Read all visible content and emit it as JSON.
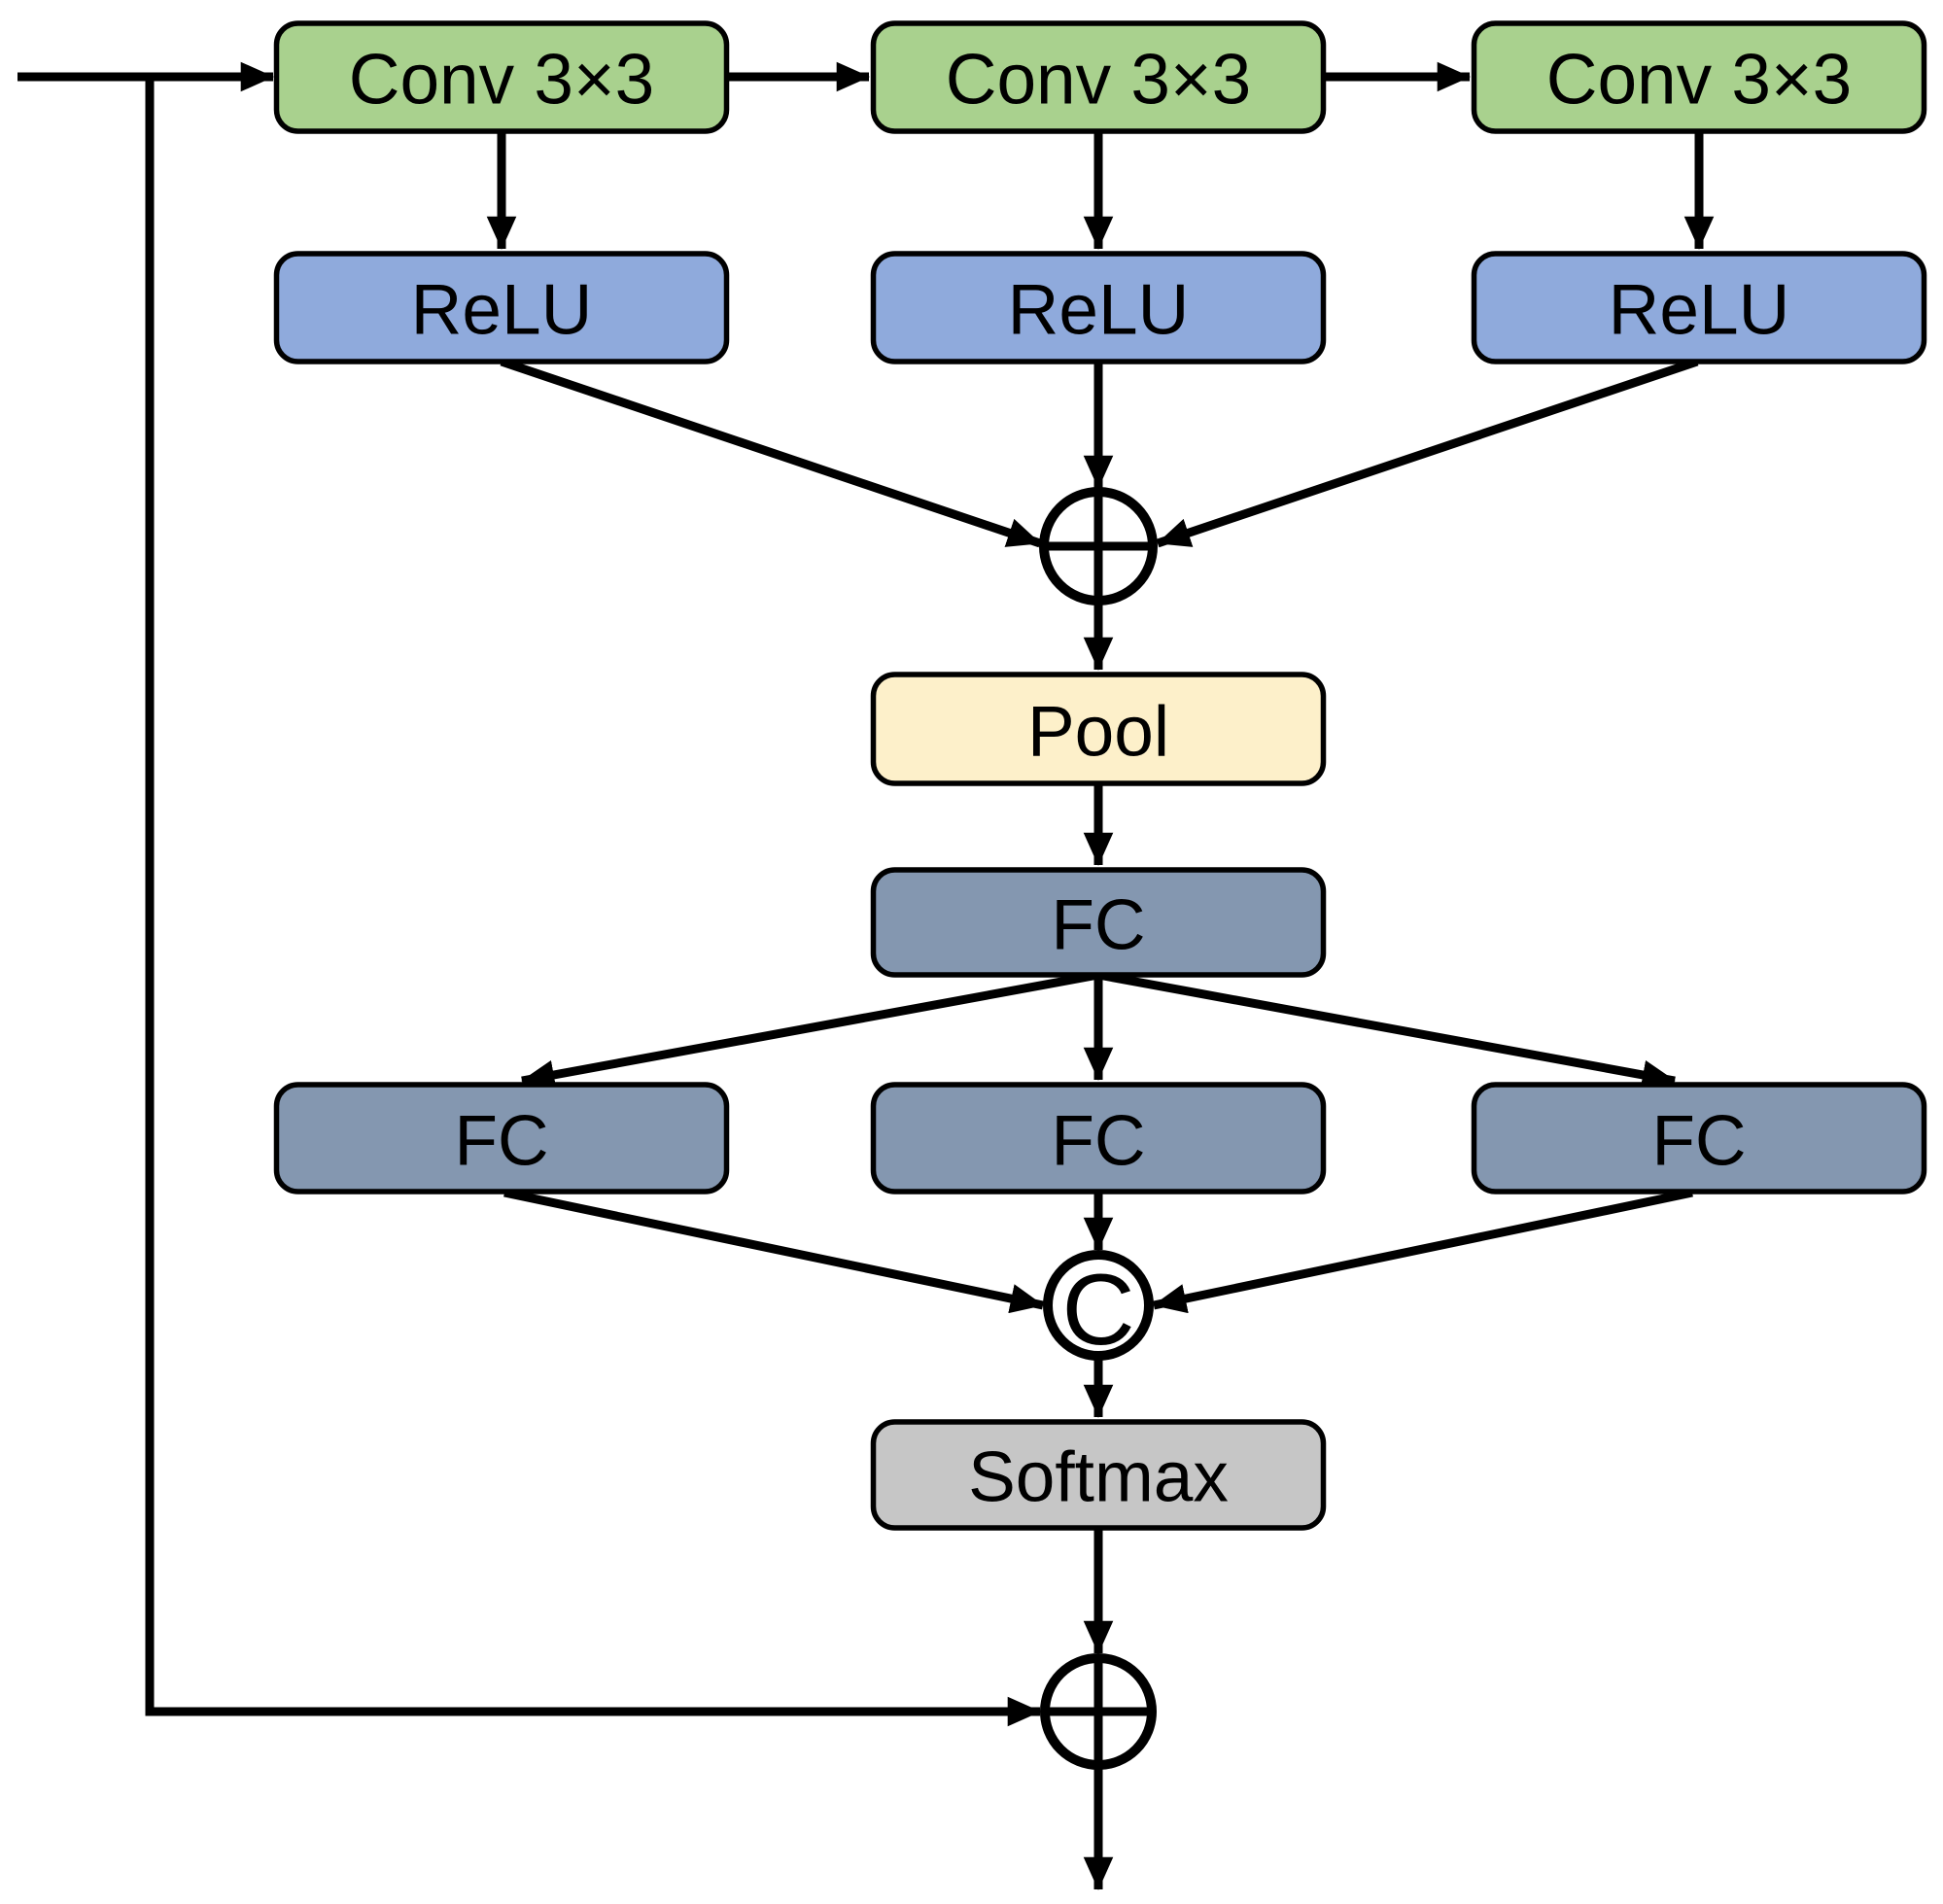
{
  "diagram": {
    "type": "neural-network-architecture-flowchart",
    "nodes": [
      {
        "id": "conv1",
        "label": "Conv 3×3",
        "kind": "conv"
      },
      {
        "id": "conv2",
        "label": "Conv 3×3",
        "kind": "conv"
      },
      {
        "id": "conv3",
        "label": "Conv 3×3",
        "kind": "conv"
      },
      {
        "id": "relu1",
        "label": "ReLU",
        "kind": "relu"
      },
      {
        "id": "relu2",
        "label": "ReLU",
        "kind": "relu"
      },
      {
        "id": "relu3",
        "label": "ReLU",
        "kind": "relu"
      },
      {
        "id": "pool",
        "label": "Pool",
        "kind": "pool"
      },
      {
        "id": "fc-main",
        "label": "FC",
        "kind": "fc"
      },
      {
        "id": "fc-left",
        "label": "FC",
        "kind": "fc"
      },
      {
        "id": "fc-mid",
        "label": "FC",
        "kind": "fc"
      },
      {
        "id": "fc-right",
        "label": "FC",
        "kind": "fc"
      },
      {
        "id": "softmax",
        "label": "Softmax",
        "kind": "softmax"
      }
    ],
    "operators": {
      "add_top": "circled-plus (element-wise add)",
      "concat_label": "C",
      "add_bottom": "circled-plus (element-wise add)"
    },
    "colors": {
      "conv": "#A9D18E",
      "relu": "#8FAADC",
      "pool": "#FDF0CA",
      "fc": "#8497B0",
      "softmax": "#C6C6C6",
      "line": "#000000",
      "node_fill_operator": "#FFFFFF",
      "background": "#FFFFFF"
    }
  }
}
